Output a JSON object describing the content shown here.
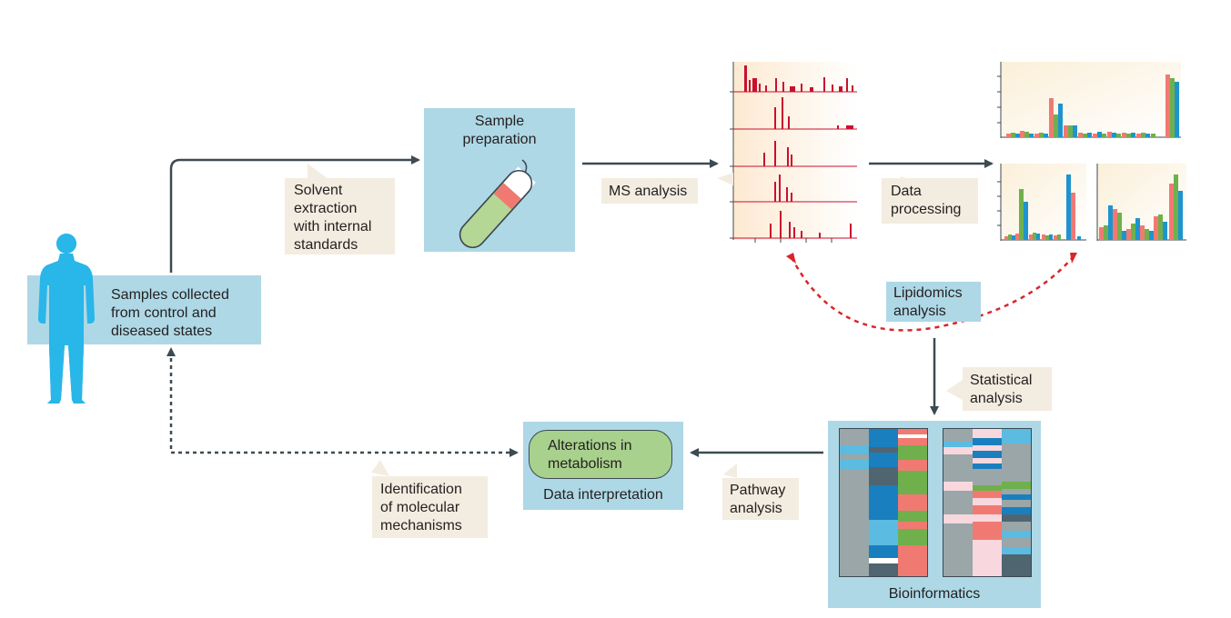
{
  "labels": {
    "samples": [
      "Samples collected",
      "from control and",
      "diseased states"
    ],
    "sample_prep": [
      "Sample",
      "preparation"
    ],
    "solvent": [
      "Solvent",
      "extraction",
      "with internal",
      "standards"
    ],
    "ms": "MS analysis",
    "data_processing": [
      "Data",
      "processing"
    ],
    "lipidomics": [
      "Lipidomics",
      "analysis"
    ],
    "statistical": [
      "Statistical",
      "analysis"
    ],
    "bioinformatics": "Bioinformatics",
    "pathway": [
      "Pathway",
      "analysis"
    ],
    "alterations": [
      "Alterations in",
      "metabolism"
    ],
    "data_interp": "Data interpretation",
    "identification": [
      "Identification",
      "of molecular",
      "mechanisms"
    ]
  },
  "colors": {
    "box_blue": "#aed8e6",
    "callout": "#f3ece0",
    "arrow": "#3c4a52",
    "dashed_red": "#d7262a",
    "human": "#29b6e8",
    "spectrum": "#c8102e",
    "bar_red": "#f07a72",
    "bar_green": "#6fb04c",
    "bar_blue": "#1e94cf",
    "pill_green": "#a8d18d"
  },
  "icons": {
    "human": "human-figure-icon",
    "tube": "test-tube-icon"
  }
}
